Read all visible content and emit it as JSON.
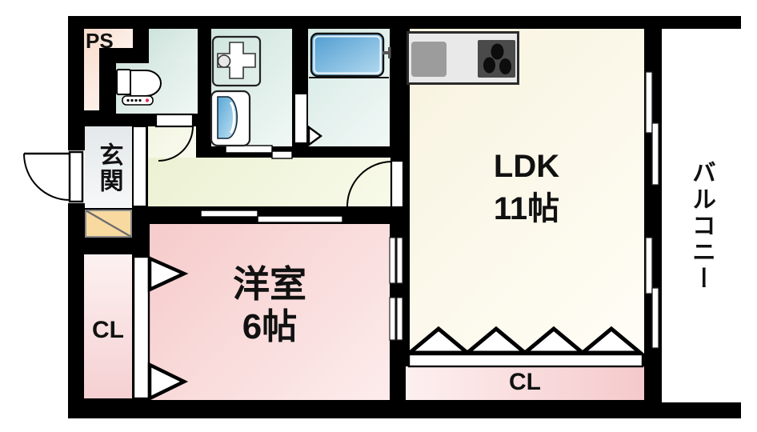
{
  "plan": {
    "ps_label": "PS",
    "genkan_label": "玄関",
    "ldk_name": "LDK",
    "ldk_size": "11帖",
    "western_name": "洋室",
    "western_size": "6帖",
    "closet_left_label": "CL",
    "closet_bottom_label": "CL",
    "balcony_label": "バルコニー"
  },
  "colors": {
    "wall": "#000000",
    "ldk_floor": "#f8f3df",
    "western_floor": "#f6cbcb",
    "closet_floor": "#f5d0d2",
    "hallway_floor": "#ecf1d3",
    "genkan_floor": "#e4e8ea",
    "wet_area_floor": "#d2e5df",
    "ps_floor": "#f8dccd",
    "shoe_cabinet": "#f8d9a0",
    "bathtub_blue": "#4e9bd0",
    "kitchen_counter": "#e9e9e9",
    "balcony": "#ffffff"
  }
}
